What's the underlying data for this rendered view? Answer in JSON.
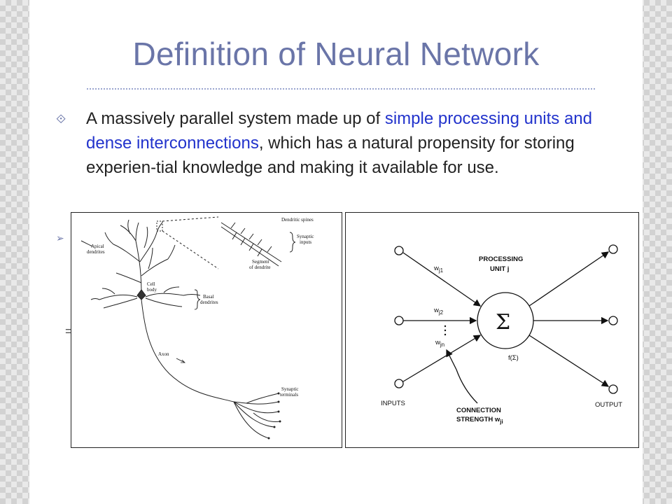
{
  "slide": {
    "title": "Definition of Neural Network",
    "bullet_marker": "⟐",
    "bullet2_marker": "➢",
    "stray_glyph": "=",
    "paragraph": {
      "part1": "A massively parallel system made up of ",
      "highlight": "simple processing units and dense interconnections",
      "part2": ", which has a natural propensity for storing experien-tial knowledge and making it available for use."
    },
    "colors": {
      "title": "#6a75a8",
      "highlight": "#2233cc",
      "text": "#222222"
    }
  },
  "neuron_figure": {
    "labels": {
      "dendritic_spines": "Dendritic spines",
      "synaptic": "Synaptic",
      "inputs": "inputs",
      "segment": "Segment",
      "of_dendrite": "of dendrite",
      "apical": "Apical",
      "dendrites": "dendrites",
      "cell": "Cell",
      "body": "body",
      "basal": "Basal",
      "basal_dendrites": "dendrites",
      "axon": "Axon",
      "synaptic2": "Synaptic",
      "terminals": "terminals"
    }
  },
  "unit_figure": {
    "processing": "PROCESSING",
    "unit": "UNIT j",
    "sigma": "Σ",
    "w_j1": "w",
    "w_j1_sub": "j1",
    "w_j2": "w",
    "w_j2_sub": "j2",
    "w_jn": "w",
    "w_jn_sub": "jn",
    "f_sigma": "f(Σ)",
    "inputs": "INPUTS",
    "output": "OUTPUT",
    "connection": "CONNECTION",
    "strength": "STRENGTH w",
    "strength_sub": "ji"
  }
}
